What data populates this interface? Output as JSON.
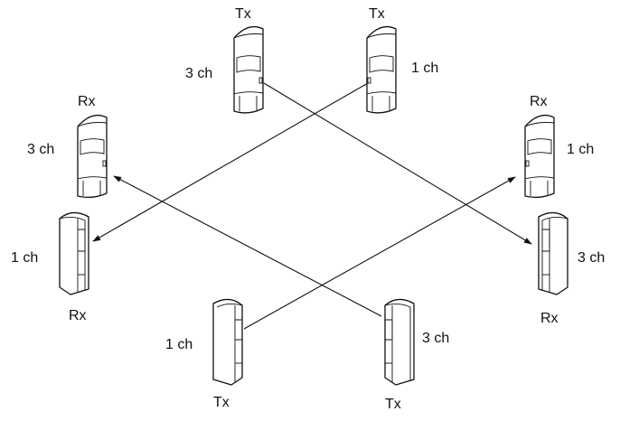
{
  "devices": [
    {
      "id": "tx-top-left",
      "role": "Tx",
      "channel": "3 ch"
    },
    {
      "id": "tx-top-right",
      "role": "Tx",
      "channel": "1 ch"
    },
    {
      "id": "rx-left-upper",
      "role": "Rx",
      "channel": "3 ch"
    },
    {
      "id": "rx-left-lower",
      "role": "Rx",
      "channel": "1 ch"
    },
    {
      "id": "rx-right-upper",
      "role": "Rx",
      "channel": "1 ch"
    },
    {
      "id": "rx-right-lower",
      "role": "Rx",
      "channel": "3 ch"
    },
    {
      "id": "tx-bottom-left",
      "role": "Tx",
      "channel": "1 ch"
    },
    {
      "id": "tx-bottom-right",
      "role": "Tx",
      "channel": "3 ch"
    }
  ]
}
